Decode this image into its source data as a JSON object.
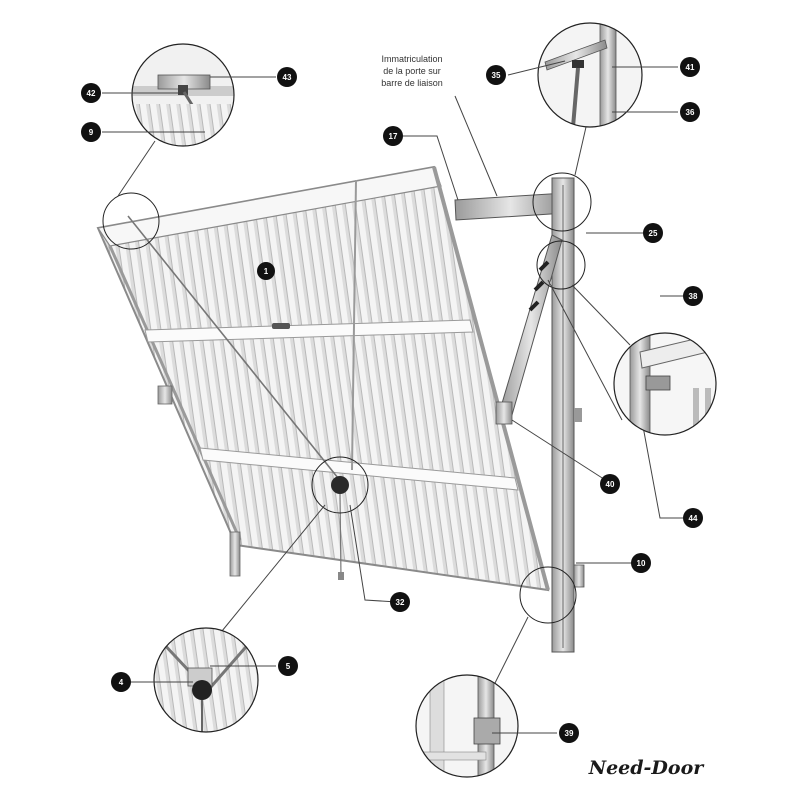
{
  "callout_note": {
    "line1": "Immatriculation",
    "line2": "de la porte sur",
    "line3": "barre de liaison"
  },
  "part_numbers": {
    "n1": "1",
    "n4": "4",
    "n5": "5",
    "n9": "9",
    "n10": "10",
    "n17": "17",
    "n25": "25",
    "n32": "32",
    "n35": "35",
    "n36": "36",
    "n38": "38",
    "n39": "39",
    "n40": "40",
    "n41": "41",
    "n42": "42",
    "n43": "43",
    "n44": "44"
  },
  "logo": {
    "text": "Need-Door"
  },
  "colors": {
    "badge": "#111111",
    "line": "#444444",
    "frame": "#777777",
    "panel": "#f2f2f2"
  }
}
